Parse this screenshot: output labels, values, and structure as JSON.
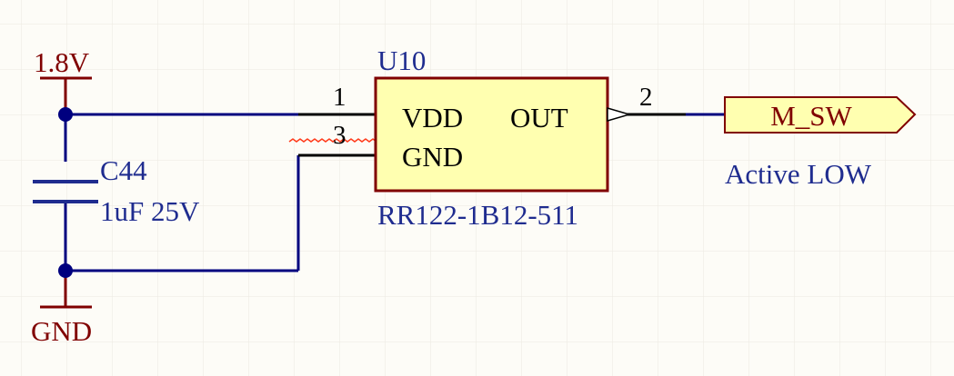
{
  "colors": {
    "background": "#fdfcf7",
    "grid": "#ebe9e1",
    "wire": "#00007f",
    "power": "#800000",
    "component_line": "#800000",
    "component_fill": "#ffffb0",
    "pin": "#000000",
    "label_blue": "#1f2c8f",
    "label_red": "#800000",
    "warning": "#ff3a1a"
  },
  "power": {
    "vcc_label": "1.8V",
    "gnd_label": "GND"
  },
  "capacitor": {
    "designator": "C44",
    "value": "1uF 25V"
  },
  "ic": {
    "designator": "U10",
    "part_number": "RR122-1B12-511",
    "pins": [
      {
        "number": "1",
        "name": "VDD"
      },
      {
        "number": "3",
        "name": "GND"
      },
      {
        "number": "2",
        "name": "OUT"
      }
    ]
  },
  "net_port": {
    "label": "M_SW",
    "note": "Active LOW"
  }
}
